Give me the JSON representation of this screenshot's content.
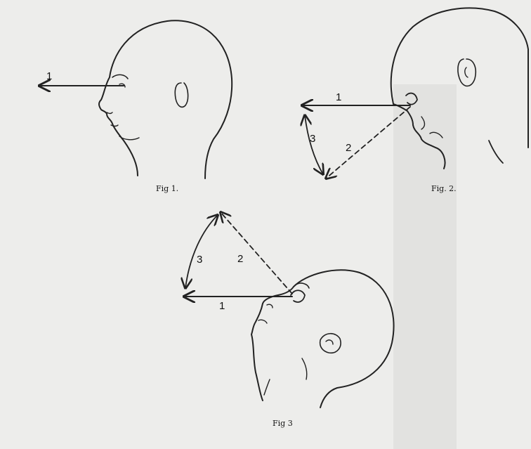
{
  "figures": [
    {
      "caption": "Fig 1.",
      "arrows": [
        {
          "label": "1"
        }
      ]
    },
    {
      "caption": "Fig. 2.",
      "arrows": [
        {
          "label": "1"
        },
        {
          "label": "2"
        },
        {
          "label": "3"
        }
      ]
    },
    {
      "caption": "Fig 3",
      "arrows": [
        {
          "label": "1"
        },
        {
          "label": "2"
        },
        {
          "label": "3"
        }
      ]
    }
  ]
}
